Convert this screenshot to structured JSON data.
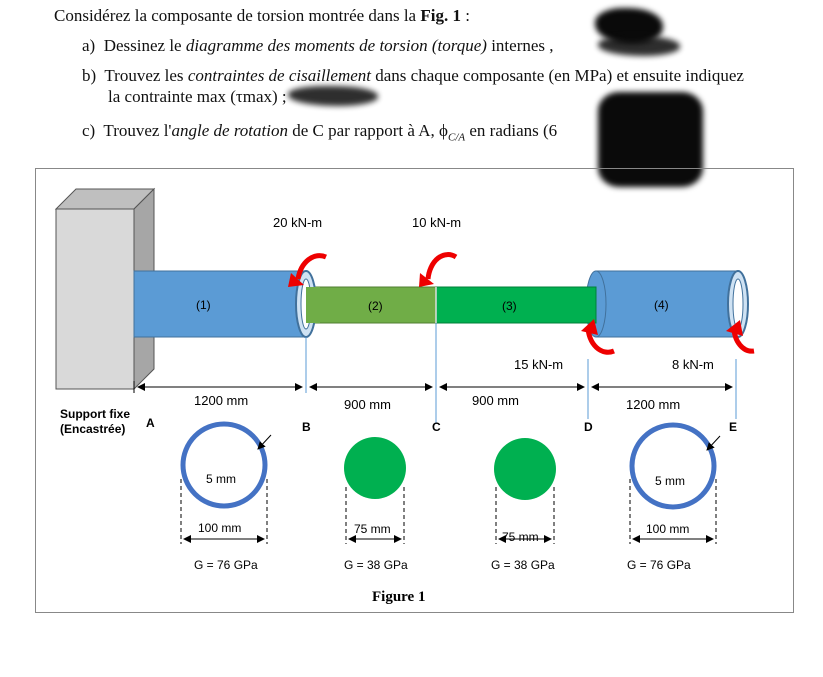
{
  "question": {
    "intro_text": "Considérez la composante de torsion montrée dans la ",
    "intro_fig": "Fig. 1",
    "intro_end": " :",
    "a_label": "a)",
    "a_text1": "Dessinez le ",
    "a_italic": "diagramme des moments de torsion (torque)",
    "a_text2": " internes ,",
    "b_label": "b)",
    "b_text1": "Trouvez les ",
    "b_italic": "contraintes de cisaillement",
    "b_text2": " dans chaque composante (en MPa) et ensuite indiquez",
    "b_line2": "la contrainte max (τmax) ;",
    "c_label": "c)",
    "c_text1": "Trouvez l'",
    "c_italic": "angle de rotation",
    "c_text2": " de C par rapport à A, ϕ",
    "c_sub": "C/A",
    "c_text3": " en radians (6"
  },
  "figure": {
    "caption": "Figure 1",
    "torques": {
      "B": "20 kN-m",
      "C": "10 kN-m",
      "D": "15 kN-m",
      "E": "8 kN-m"
    },
    "segments": [
      "(1)",
      "(2)",
      "(3)",
      "(4)"
    ],
    "lengths": [
      "1200 mm",
      "900 mm",
      "900 mm",
      "1200 mm"
    ],
    "points": [
      "A",
      "B",
      "C",
      "D",
      "E"
    ],
    "support_label1": "Support fixe",
    "support_label2": "(Encastrée)",
    "sections": [
      {
        "thickness": "5 mm",
        "diameter": "100 mm",
        "G": "G = 76 GPa"
      },
      {
        "diameter": "75 mm",
        "G": "G = 38 GPa"
      },
      {
        "diameter": "75 mm",
        "G": "G = 38 GPa"
      },
      {
        "thickness": "5 mm",
        "diameter": "100 mm",
        "G": "G = 76 GPa"
      }
    ],
    "colors": {
      "blue": "#5b9bd5",
      "green_light": "#70ad47",
      "green": "#00b050",
      "red": "#ff0000",
      "support": "#d9d9d9"
    }
  }
}
